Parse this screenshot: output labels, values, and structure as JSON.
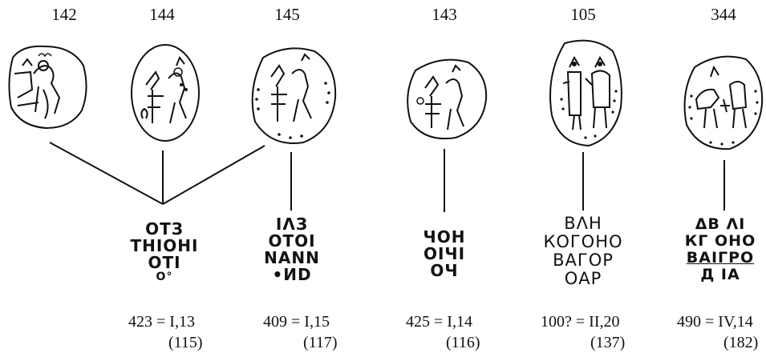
{
  "coins": [
    {
      "number": "142",
      "reference": "",
      "group": ""
    },
    {
      "number": "144",
      "reference": "423 = I,13",
      "group": "(115)",
      "legend": [
        "ОТЗ",
        "ТНІОНІ",
        "ОТІ",
        "О°"
      ]
    },
    {
      "number": "145",
      "reference": "409 = I,15",
      "group": "(117)",
      "legend": [
        "ІΛЗ",
        "ОТОІ",
        "NANN",
        "•ИD"
      ]
    },
    {
      "number": "143",
      "reference": "425 = I,14",
      "group": "(116)",
      "legend": [
        "ЧОН",
        "ОІЧІ",
        "ОЧ"
      ]
    },
    {
      "number": "105",
      "reference": "100? = II,20",
      "group": "(137)",
      "legend": [
        "ВΛН",
        "КОГОНО",
        "ВАГОР",
        "ОАР"
      ]
    },
    {
      "number": "344",
      "reference": "490 = IV,14",
      "group": "(182)",
      "legend": [
        "ΔВ ΛІ",
        "КГ ОНО",
        "ВАІГРО",
        "Д ІА"
      ]
    }
  ]
}
